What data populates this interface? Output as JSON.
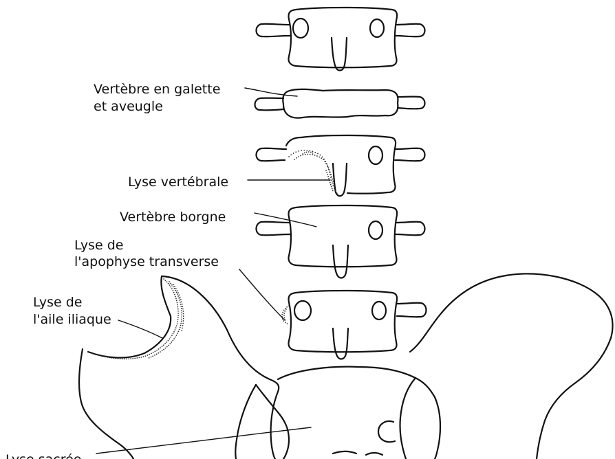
{
  "labels": {
    "galette_line1": "Vertèbre en galette",
    "galette_line2": "et aveugle",
    "lyse_vertebrale": "Lyse vertébrale",
    "vertebre_borgne": "Vertèbre borgne",
    "lyse_apophyse_line1": "Lyse de",
    "lyse_apophyse_line2": "l'apophyse transverse",
    "lyse_aile_line1": "Lyse de",
    "lyse_aile_line2": "l'aile iliaque",
    "lyse_sacree": "Lyse sacrée"
  }
}
